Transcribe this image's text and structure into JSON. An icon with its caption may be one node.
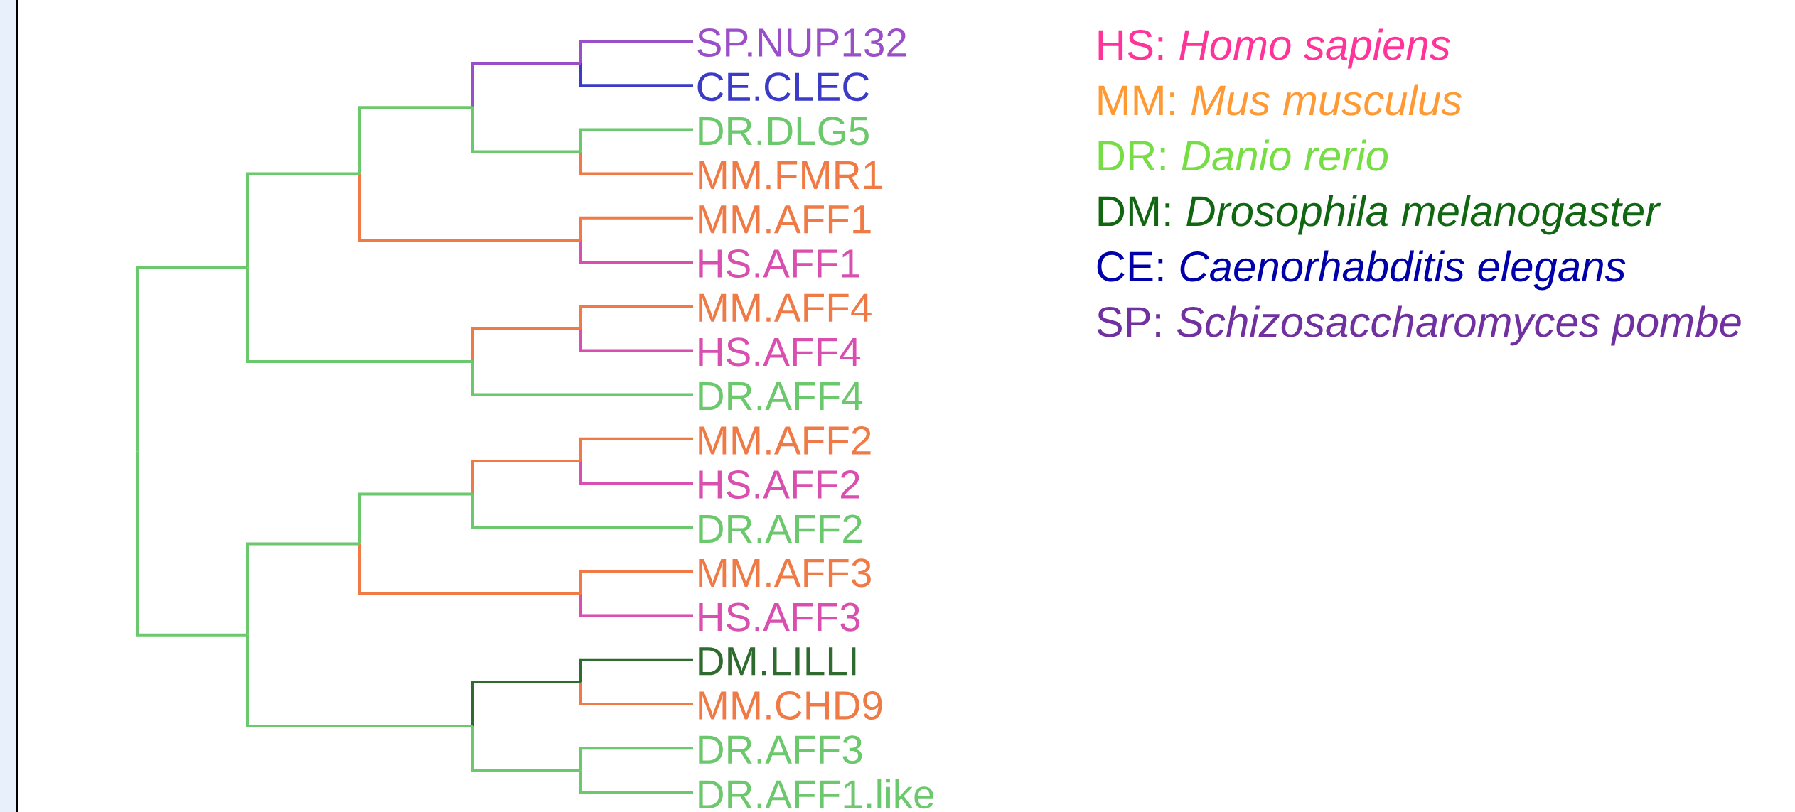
{
  "diagram": {
    "labels": [
      "SP.NUP132",
      "CE.CLEC",
      "DR.DLG5",
      "MM.FMR1",
      "MM.AFF1",
      "HS.AFF1",
      "MM.AFF4",
      "HS.AFF4",
      "DR.AFF4",
      "MM.AFF2",
      "HS.AFF2",
      "DR.AFF2",
      "MM.AFF3",
      "HS.AFF3",
      "DM.LILLI",
      "MM.CHD9",
      "DR.AFF3",
      "DR.AFF1.like"
    ],
    "legend": [
      {
        "text": "HS: *Homo sapiens*"
      },
      {
        "text": "MM: *Mus musculus*"
      },
      {
        "text": "DR: *Danio rerio*"
      },
      {
        "text": "DM: *Drosophila melanogaster*"
      },
      {
        "text": "CE: *Caenorhabditis elegans*"
      },
      {
        "text": "SP: *Schizosaccharomyces pombe*"
      }
    ]
  }
}
